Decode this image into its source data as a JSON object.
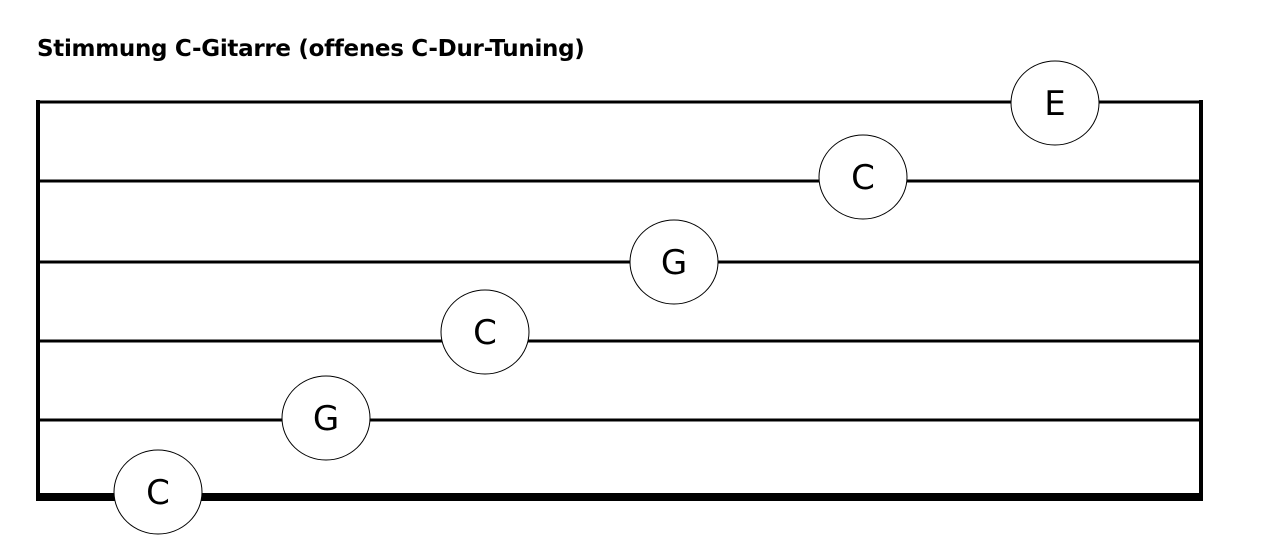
{
  "title": "Stimmung C-Gitarre (offenes C-Dur-Tuning)",
  "strings": [
    {
      "note": "E"
    },
    {
      "note": "C"
    },
    {
      "note": "G"
    },
    {
      "note": "C"
    },
    {
      "note": "G"
    },
    {
      "note": "C"
    }
  ]
}
